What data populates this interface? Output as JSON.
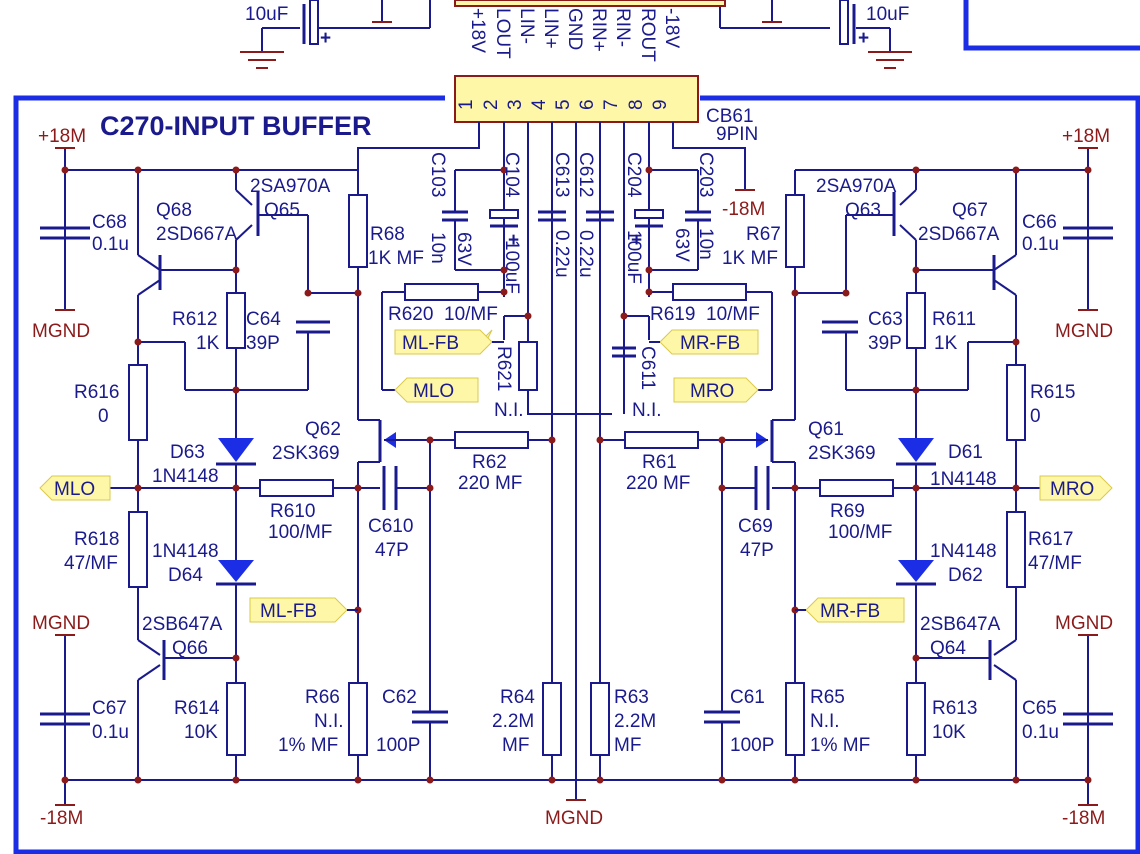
{
  "title": "C270-INPUT BUFFER",
  "connector": {
    "ref": "CB61",
    "type": "9PIN",
    "pin_numbers": [
      "1",
      "2",
      "3",
      "4",
      "5",
      "6",
      "7",
      "8",
      "9"
    ],
    "pin_names": [
      "+18V",
      "LOUT",
      "LIN-",
      "LIN+",
      "GND",
      "RIN+",
      "RIN-",
      "ROUT",
      "-18V"
    ]
  },
  "power": {
    "plus": "+18M",
    "minus": "-18M",
    "gnd": "MGND"
  },
  "nets": {
    "mlo": "MLO",
    "mro": "MRO",
    "mlfb": "ML-FB",
    "mrfb": "MR-FB"
  },
  "top": {
    "cap_left": "10uF",
    "cap_right": "10uF"
  },
  "left": {
    "c68": {
      "ref": "C68",
      "val": "0.1u"
    },
    "q68": {
      "ref": "Q68",
      "part": "2SD667A"
    },
    "q65": {
      "ref": "Q65",
      "part": "2SA970A"
    },
    "r68": {
      "ref": "R68",
      "val": "1K MF"
    },
    "r612": {
      "ref": "R612",
      "val": "1K"
    },
    "c64": {
      "ref": "C64",
      "val": "39P"
    },
    "r616": {
      "ref": "R616",
      "val": "0"
    },
    "d63": {
      "ref": "D63",
      "part": "1N4148"
    },
    "d64": {
      "ref": "D64",
      "part": "1N4148"
    },
    "q62": {
      "ref": "Q62",
      "part": "2SK369"
    },
    "r610": {
      "ref": "R610",
      "val": "100/MF"
    },
    "c610": {
      "ref": "C610",
      "val": "47P"
    },
    "r618": {
      "ref": "R618",
      "val": "47/MF"
    },
    "q66": {
      "ref": "Q66",
      "part": "2SB647A"
    },
    "r614": {
      "ref": "R614",
      "val": "10K"
    },
    "c67": {
      "ref": "C67",
      "val": "0.1u"
    },
    "r66": {
      "ref": "R66",
      "v1": "N.I.",
      "v2": "1% MF"
    },
    "c62": {
      "ref": "C62",
      "val": "100P"
    },
    "r62": {
      "ref": "R62",
      "val": "220 MF"
    },
    "r620": {
      "ref": "R620",
      "val": "10/MF"
    },
    "r621": {
      "ref": "R621",
      "val": "N.I."
    },
    "c103": {
      "ref": "C103",
      "val": "10n"
    },
    "c103v": {
      "val": "63V"
    },
    "c104": {
      "ref": "C104",
      "val": "100uF"
    },
    "c613": {
      "ref": "C613",
      "val": "0.22u"
    },
    "r64": {
      "ref": "R64",
      "v1": "2.2M",
      "v2": "MF"
    }
  },
  "right": {
    "c66": {
      "ref": "C66",
      "val": "0.1u"
    },
    "q67": {
      "ref": "Q67",
      "part": "2SD667A"
    },
    "q63": {
      "ref": "Q63",
      "part": "2SA970A"
    },
    "r67": {
      "ref": "R67",
      "val": "1K MF"
    },
    "r611": {
      "ref": "R611",
      "val": "1K"
    },
    "c63": {
      "ref": "C63",
      "val": "39P"
    },
    "r615": {
      "ref": "R615",
      "val": "0"
    },
    "d61": {
      "ref": "D61",
      "part": "1N4148"
    },
    "d62": {
      "ref": "D62",
      "part": "1N4148"
    },
    "q61": {
      "ref": "Q61",
      "part": "2SK369"
    },
    "r69": {
      "ref": "R69",
      "val": "100/MF"
    },
    "c69": {
      "ref": "C69",
      "val": "47P"
    },
    "r617": {
      "ref": "R617",
      "val": "47/MF"
    },
    "q64": {
      "ref": "Q64",
      "part": "2SB647A"
    },
    "r613": {
      "ref": "R613",
      "val": "10K"
    },
    "c65": {
      "ref": "C65",
      "val": "0.1u"
    },
    "r65": {
      "ref": "R65",
      "v1": "N.I.",
      "v2": "1% MF"
    },
    "c61": {
      "ref": "C61",
      "val": "100P"
    },
    "r61": {
      "ref": "R61",
      "val": "220 MF"
    },
    "r619": {
      "ref": "R619",
      "val": "10/MF"
    },
    "c611": {
      "ref": "C611",
      "val": "N.I."
    },
    "c203": {
      "ref": "C203",
      "val": "10n"
    },
    "c203v": {
      "val": "63V"
    },
    "c204": {
      "ref": "C204",
      "val": "100uF"
    },
    "c612": {
      "ref": "C612",
      "val": "0.22u"
    },
    "r63": {
      "ref": "R63",
      "v1": "2.2M",
      "v2": "MF"
    }
  },
  "colors": {
    "wire": "#1a1a8c",
    "power": "#8b1a1a",
    "frame": "#1b2ee6",
    "connector": "#fff7a8",
    "netflag": "#fff7a8"
  }
}
